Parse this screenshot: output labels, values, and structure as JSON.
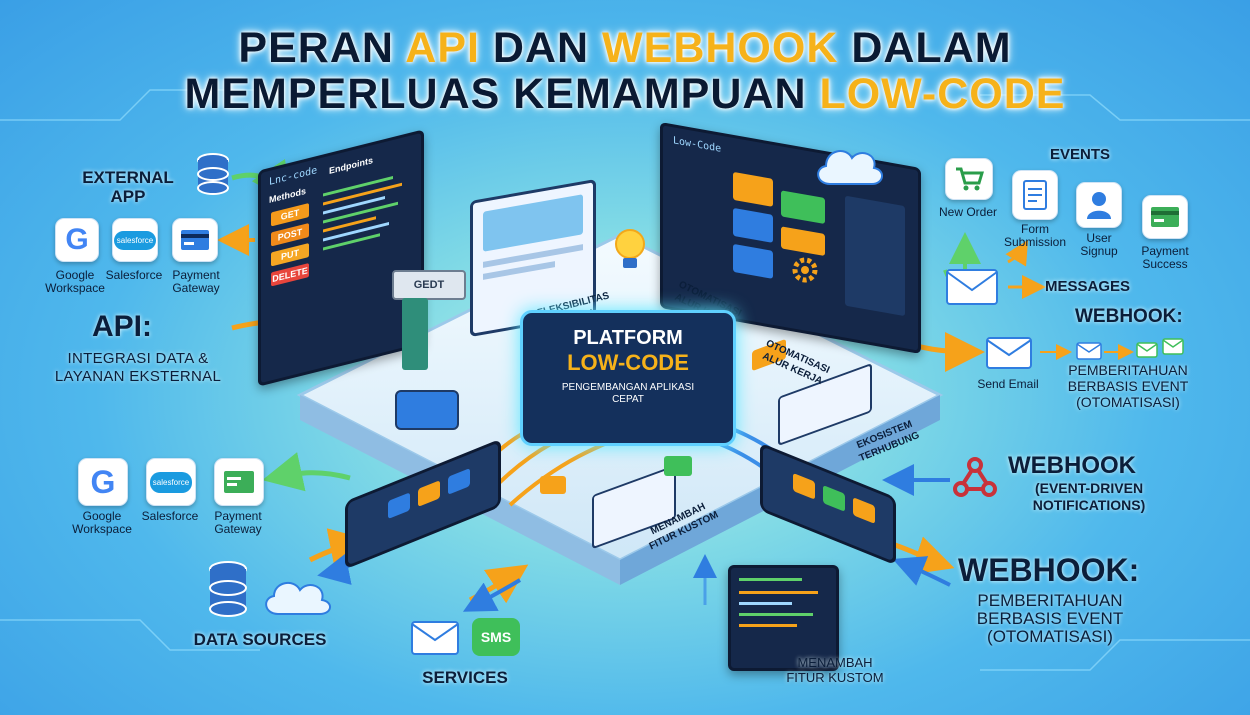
{
  "title": {
    "line1_a": "PERAN ",
    "line1_b": "API",
    "line1_c": " DAN ",
    "line1_d": "WEBHOOK",
    "line1_e": " DALAM",
    "line2_a": "MEMPERLUAS KEMAMPUAN ",
    "line2_b": "LOW-CODE"
  },
  "left": {
    "external_app": "EXTERNAL\nAPP",
    "apps_top": [
      "Google\nWorkspace",
      "Salesforce",
      "Payment\nGateway"
    ],
    "api_title": "API:",
    "api_sub": "INTEGRASI DATA &\nLAYANAN EKSTERNAL",
    "apps_bottom": [
      "Google\nWorkspace",
      "Salesforce",
      "Payment\nGateway"
    ],
    "data_sources": "DATA SOURCES",
    "services": "SERVICES",
    "sms": "SMS"
  },
  "code_panel": {
    "header": "Lnc-code",
    "col_methods": "Methods",
    "col_endpoints": "Endpoints",
    "methods": [
      "GET",
      "POST",
      "PUT",
      "DELETE"
    ],
    "key_label": "GEDT"
  },
  "center": {
    "platform_line1": "PLATFORM",
    "platform_line2": "LOW-CODE",
    "platform_line3": "PENGEMBANGAN APLIKASI\nCEPAT",
    "fleksibilitas": "FLEKSIBILITAS\nTINGGI",
    "otomatisasi_1": "OTOMATISASI\nALUR KERJA",
    "otomatisasi_2": "OTOMATISASI\nALUR KERJA",
    "ekosistem": "EKOSISTEM\nTERHUBUNG",
    "menambah_1": "MENAMBAH\nFITUR KUSTOM",
    "menambah_2": "MENAMBAH\nFITUR KUSTOM",
    "dashboard_header": "Low-Code"
  },
  "right": {
    "events": "EVENTS",
    "event_items": [
      "New Order",
      "Form\nSubmission",
      "User\nSignup",
      "Payment\nSuccess"
    ],
    "messages": "MESSAGES",
    "webhook1_title": "WEBHOOK:",
    "send_email": "Send Email",
    "webhook1_sub": "PEMBERITAHUAN\nBERBASIS EVENT\n(OTOMATISASI)",
    "webhook2_title": "WEBHOOK",
    "webhook2_sub": "(EVENT-DRIVEN\nNOTIFICATIONS)",
    "webhook3_title": "WEBHOOK:",
    "webhook3_sub": "PEMBERITAHUAN\nBERBASIS EVENT\n(OTOMATISASI)"
  },
  "colors": {
    "accent_orange": "#f6a21a",
    "accent_blue": "#2f7de0",
    "panel_dark": "#15284a",
    "method_get": "#f59a1b",
    "method_post": "#f08a1a",
    "method_put": "#f5a623",
    "method_delete": "#e8453c"
  },
  "icons": [
    "database-icon",
    "cloud-icon",
    "envelope-icon",
    "cart-icon",
    "form-icon",
    "user-icon",
    "payment-card-icon",
    "webhook-icon",
    "gear-icon",
    "lightbulb-icon",
    "google-icon",
    "salesforce-icon"
  ]
}
